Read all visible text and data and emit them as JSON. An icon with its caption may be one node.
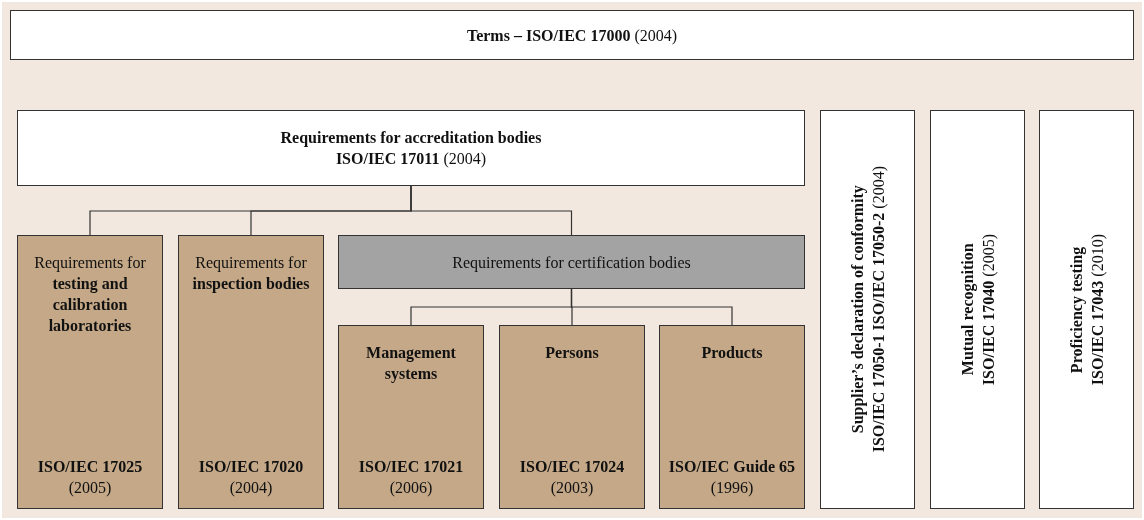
{
  "diagram": {
    "nodes": [
      {
        "text": [
          "**Terms – ISO/IEC 17000** (2004)"
        ]
      },
      {
        "text": [
          "**Requirements for accreditation bodies**",
          "**ISO/IEC 17011** (2004)"
        ]
      },
      {
        "text": [
          "Requirements for **testing and calibration laboratories**",
          "**ISO/IEC 17025** (2005)"
        ]
      },
      {
        "text": [
          "Requirements for **inspection bodies**",
          "**ISO/IEC 17020** (2004)"
        ]
      },
      {
        "text": [
          "Requirements for certification bodies"
        ]
      },
      {
        "text": [
          "**Management systems**",
          "**ISO/IEC 17021** (2006)"
        ]
      },
      {
        "text": [
          "**Persons**",
          "**ISO/IEC 17024** (2003)"
        ]
      },
      {
        "text": [
          "**Products**",
          "**ISO/IEC Guide 65** (1996)"
        ]
      },
      {
        "text": [
          "**Supplier’s declaration of conformity**",
          "**ISO/IEC 17050-1 ISO/IEC 17050-2** (2004)"
        ]
      },
      {
        "text": [
          "**Mutual recognition**",
          "**ISO/IEC 17040** (2005)"
        ]
      },
      {
        "text": [
          "**Proficiency testing**",
          "**ISO/IEC 17043** (2010)"
        ]
      }
    ],
    "edges": [
      {
        "from": 1,
        "to": 2,
        "arrow": "none"
      },
      {
        "from": 1,
        "to": 3,
        "arrow": "none"
      },
      {
        "from": 1,
        "to": 4,
        "arrow": "none"
      },
      {
        "from": 4,
        "to": 5,
        "arrow": "none"
      },
      {
        "from": 4,
        "to": 6,
        "arrow": "none"
      },
      {
        "from": 4,
        "to": 7,
        "arrow": "none"
      }
    ]
  }
}
